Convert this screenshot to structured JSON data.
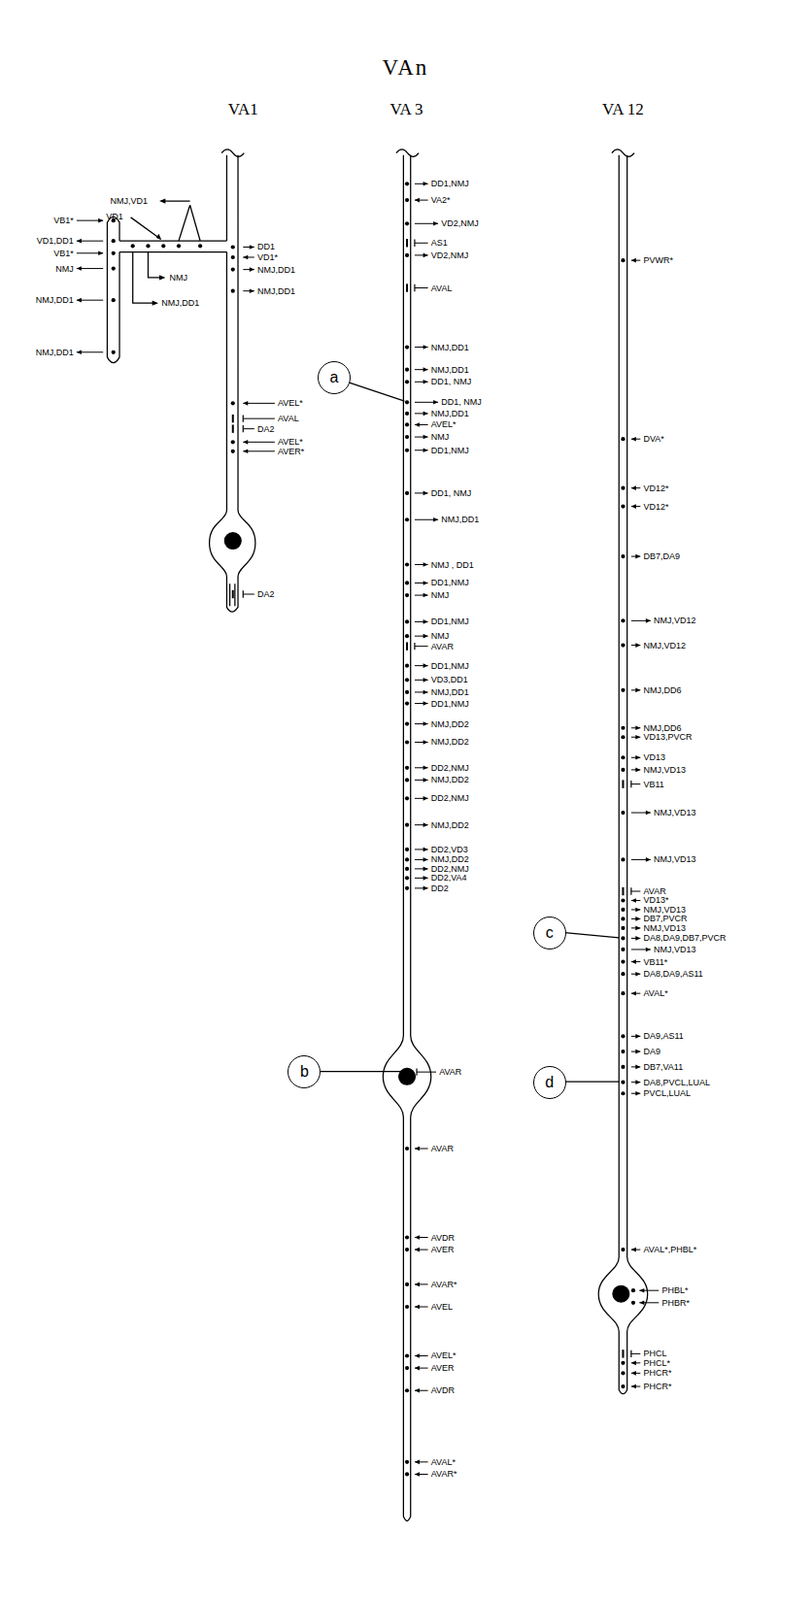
{
  "diagram": {
    "title": "VAn",
    "nodes": [
      {
        "text": [
          "a"
        ]
      },
      {
        "text": [
          "b"
        ]
      },
      {
        "text": [
          "c"
        ]
      },
      {
        "text": [
          "d"
        ]
      }
    ],
    "labels": [
      "VA1",
      "VA 3",
      "VA 12",
      "VB1*",
      "VD1,DD1",
      "VB1*",
      "NMJ",
      "NMJ,DD1",
      "NMJ,DD1",
      "NMJ,VD1",
      "VD1",
      "NMJ",
      "NMJ,DD1",
      "DD1",
      "VD1*",
      "NMJ,DD1",
      "NMJ,DD1",
      "AVEL*",
      "AVAL",
      "DA2",
      "AVEL*",
      "AVER*",
      "DA2",
      "DD1,NMJ",
      "VA2*",
      "VD2,NMJ",
      "AS1",
      "VD2,NMJ",
      "AVAL",
      "NMJ,DD1",
      "NMJ,DD1",
      "DD1, NMJ",
      "DD1, NMJ",
      "NMJ,DD1",
      "AVEL*",
      "NMJ",
      "DD1,NMJ",
      "DD1, NMJ",
      "NMJ,DD1",
      "NMJ , DD1",
      "DD1,NMJ",
      "NMJ",
      "DD1,NMJ",
      "NMJ",
      "AVAR",
      "DD1,NMJ",
      "VD3,DD1",
      "NMJ,DD1",
      "DD1,NMJ",
      "NMJ,DD2",
      "NMJ,DD2",
      "DD2,NMJ",
      "NMJ,DD2",
      "DD2,NMJ",
      "NMJ,DD2",
      "DD2,VD3",
      "NMJ,DD2",
      "DD2,NMJ",
      "DD2,VA4",
      "DD2",
      "AVAR",
      "AVAR",
      "AVDR",
      "AVER",
      "AVAR*",
      "AVEL",
      "AVEL*",
      "AVER",
      "AVDR",
      "AVAL*",
      "AVAR*",
      "PVWR*",
      "DVA*",
      "VD12*",
      "VD12*",
      "DB7,DA9",
      "NMJ,VD12",
      "NMJ,VD12",
      "NMJ,DD6",
      "NMJ,DD6",
      "VD13,PVCR",
      "VD13",
      "NMJ,VD13",
      "VB11",
      "NMJ,VD13",
      "NMJ,VD13",
      "AVAR",
      "VD13*",
      "NMJ,VD13",
      "DB7,PVCR",
      "NMJ,VD13",
      "DA8,DA9,DB7,PVCR",
      "NMJ,VD13",
      "VB11*",
      "DA8,DA9,AS11",
      "AVAL*",
      "DA9,AS11",
      "DA9",
      "DB7,VA11",
      "DA8,PVCL,LUAL",
      "PVCL,LUAL",
      "AVAL*,PHBL*",
      "PHBL*",
      "PHBR*",
      "PHCL",
      "PHCL*",
      "PHCR*",
      "PHCR*"
    ]
  }
}
